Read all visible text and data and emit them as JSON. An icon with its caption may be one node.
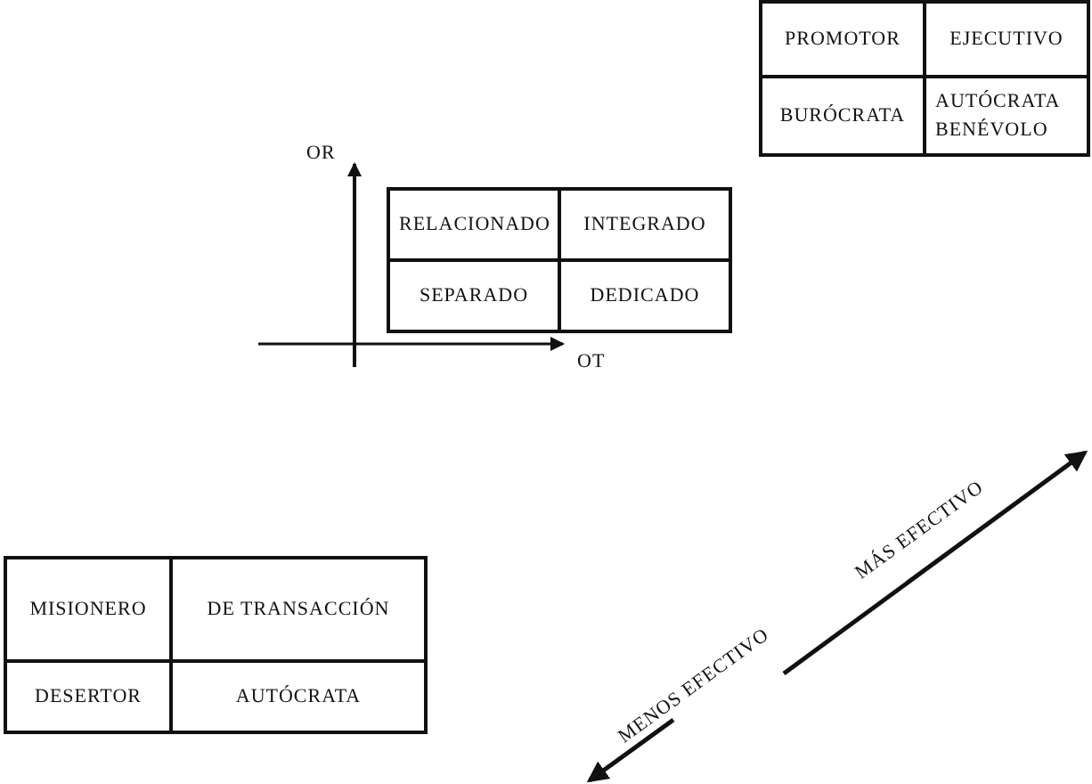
{
  "diagram": {
    "nodes": [
      {
        "text": [
          "PROMOTOR"
        ]
      },
      {
        "text": [
          "EJECUTIVO"
        ]
      },
      {
        "text": [
          "BURÓCRATA"
        ]
      },
      {
        "text": [
          "AUTÓCRATA BENÉVOLO"
        ]
      },
      {
        "text": [
          "RELACIONADO"
        ]
      },
      {
        "text": [
          "INTEGRADO"
        ]
      },
      {
        "text": [
          "SEPARADO"
        ]
      },
      {
        "text": [
          "DEDICADO"
        ]
      },
      {
        "text": [
          "MISIONERO"
        ]
      },
      {
        "text": [
          "DE TRANSACCIÓN"
        ]
      },
      {
        "text": [
          "DESERTOR"
        ]
      },
      {
        "text": [
          "AUTÓCRATA"
        ]
      }
    ],
    "edges": [],
    "labels": [
      "OR",
      "OT",
      "MÁS EFECTIVO",
      "MENOS EFECTIVO"
    ]
  }
}
